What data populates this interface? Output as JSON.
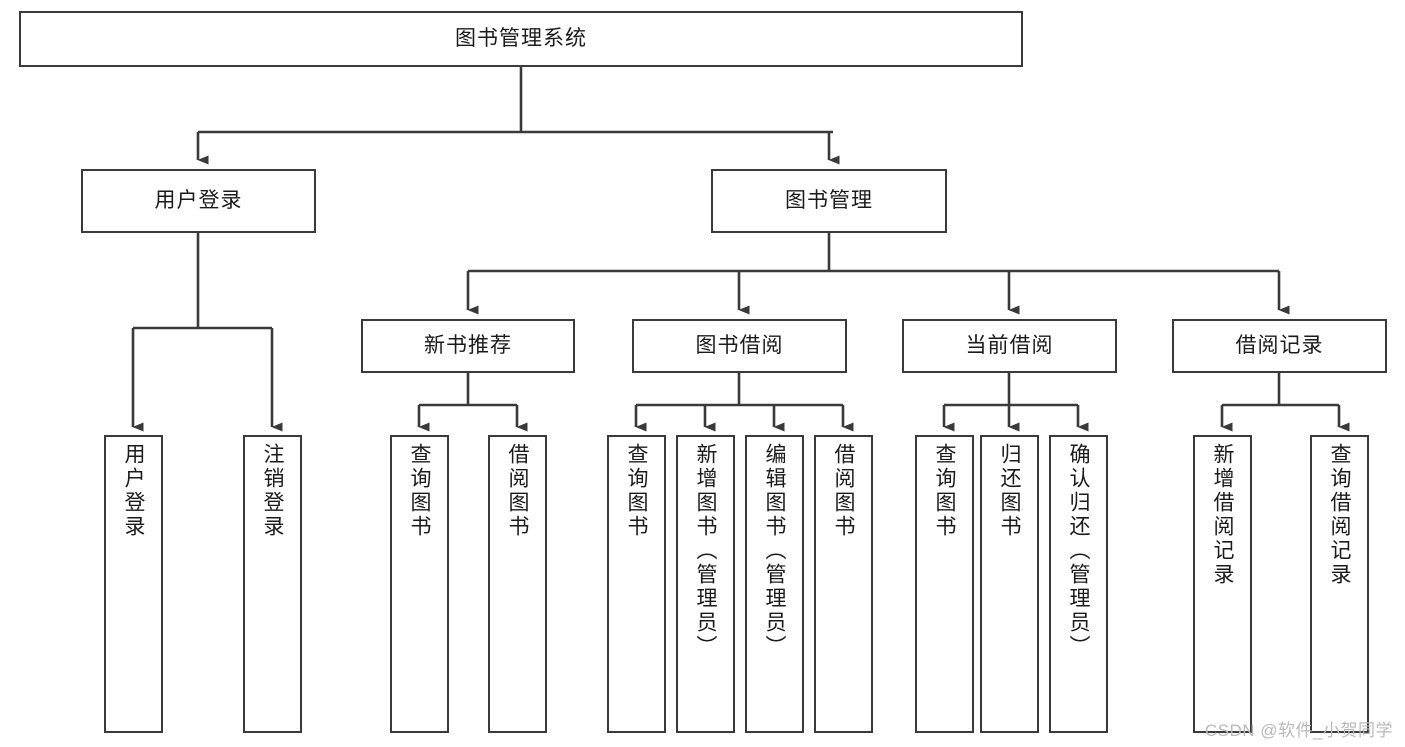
{
  "diagram": {
    "title": "图书管理系统",
    "type": "tree-hierarchy",
    "watermark": "CSDN @软件_小贺同学",
    "colors": {
      "box_stroke": "#3a3a3a",
      "box_fill": "#ffffff",
      "edge": "#3a3a3a",
      "text": "#1b1b1b",
      "watermark": "#b9b9b9"
    },
    "nodes": {
      "root": {
        "label": "图书管理系统"
      },
      "level1": [
        {
          "label": "用户登录"
        },
        {
          "label": "图书管理"
        }
      ],
      "level2": [
        {
          "label": "新书推荐"
        },
        {
          "label": "图书借阅"
        },
        {
          "label": "当前借阅"
        },
        {
          "label": "借阅记录"
        }
      ],
      "leaves": {
        "user_login": [
          {
            "label": "用户登录"
          },
          {
            "label": "注销登录"
          }
        ],
        "new_book_recommend": [
          {
            "label": "查询图书"
          },
          {
            "label": "借阅图书"
          }
        ],
        "book_borrow": [
          {
            "label": "查询图书"
          },
          {
            "label": "新增图书（管理员）"
          },
          {
            "label": "编辑图书（管理员）"
          },
          {
            "label": "借阅图书"
          }
        ],
        "current_borrow": [
          {
            "label": "查询图书"
          },
          {
            "label": "归还图书"
          },
          {
            "label": "确认归还（管理员）"
          }
        ],
        "borrow_record": [
          {
            "label": "新增借阅记录"
          },
          {
            "label": "查询借阅记录"
          }
        ]
      }
    }
  }
}
